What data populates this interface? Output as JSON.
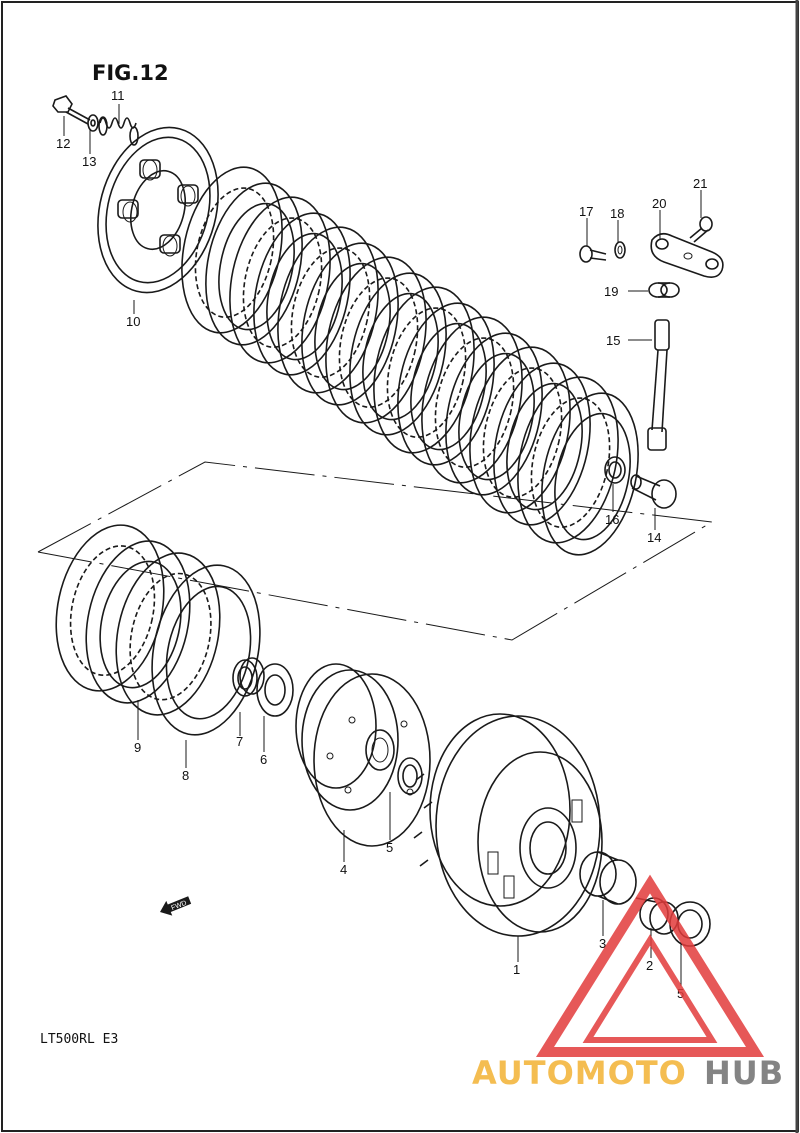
{
  "figure": {
    "title": "FIG.12",
    "model_code": "LT500RL  E3"
  },
  "callouts": [
    "1",
    "2",
    "3",
    "4",
    "5",
    "5",
    "6",
    "7",
    "8",
    "9",
    "10",
    "11",
    "12",
    "13",
    "14",
    "15",
    "16",
    "17",
    "18",
    "19",
    "20",
    "21"
  ],
  "fwd_label": "FWD",
  "watermark": {
    "part1": "AUTOMOTO",
    "part2": "HUB",
    "color1": "#f3b233",
    "color2": "#6f6f6f",
    "logo_color": "#e23b3b"
  },
  "colors": {
    "ink": "#1a1a1a",
    "background": "#ffffff"
  }
}
